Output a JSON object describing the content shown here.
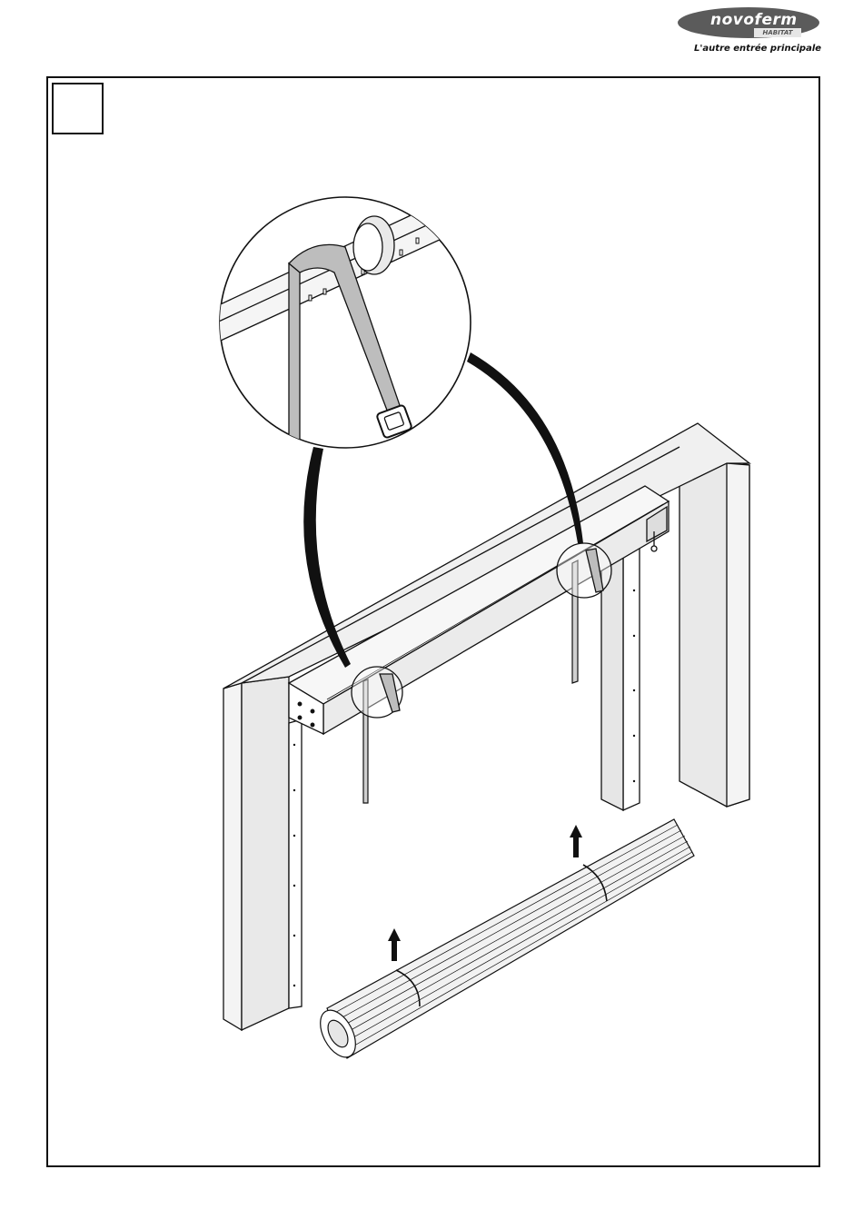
{
  "header": {
    "brand": "novoferm",
    "brand_sub": "HABITAT",
    "tagline": "L'autre entrée principale"
  },
  "step": {
    "number": ""
  },
  "colors": {
    "line": "#111111",
    "wall_face": "#e9e9e9",
    "wall_side": "#f4f4f4",
    "strap": "#bdbdbd",
    "logo": "#5b5b5b"
  },
  "illustration": {
    "icons": [
      "zoom-callout-icon",
      "lift-arrow-icon",
      "strap-buckle-icon"
    ]
  }
}
